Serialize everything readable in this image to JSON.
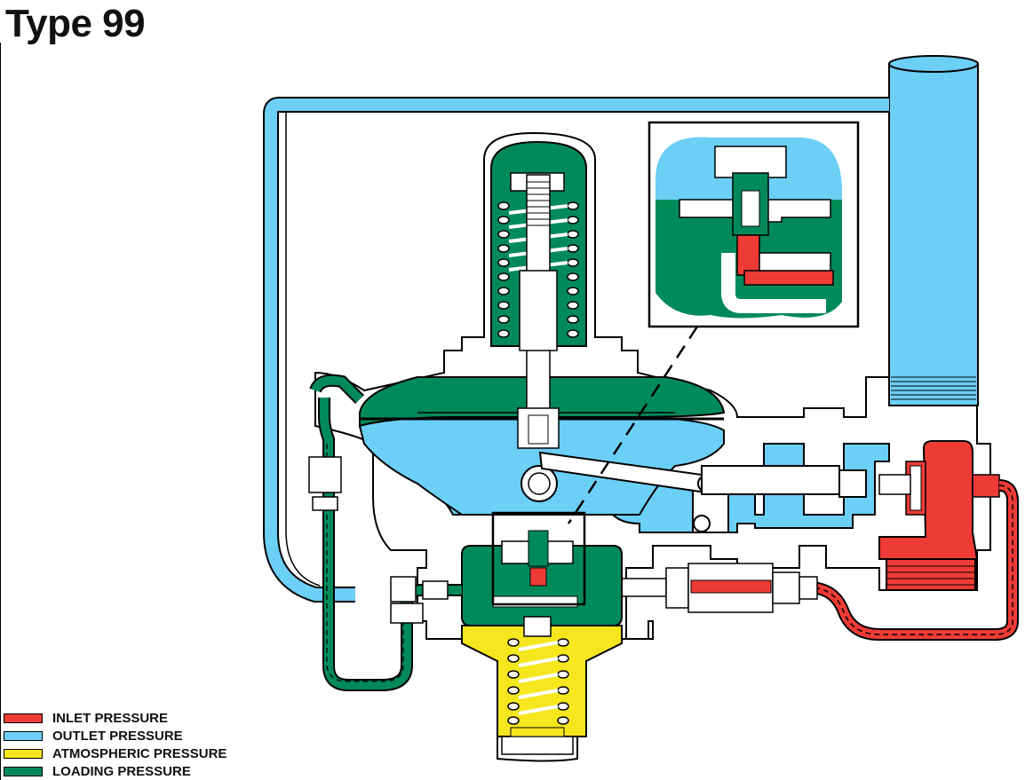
{
  "title": "Type 99",
  "colors": {
    "inlet": "#ef3b36",
    "outlet": "#6ccff6",
    "atmospheric": "#f5e61e",
    "loading": "#008a5a",
    "line": "#000000"
  },
  "legend": [
    {
      "label": "INLET PRESSURE",
      "color": "#ef3b36"
    },
    {
      "label": "OUTLET PRESSURE",
      "color": "#6ccff6"
    },
    {
      "label": "ATMOSPHERIC PRESSURE",
      "color": "#f5e61e"
    },
    {
      "label": "LOADING PRESSURE",
      "color": "#008a5a"
    }
  ]
}
